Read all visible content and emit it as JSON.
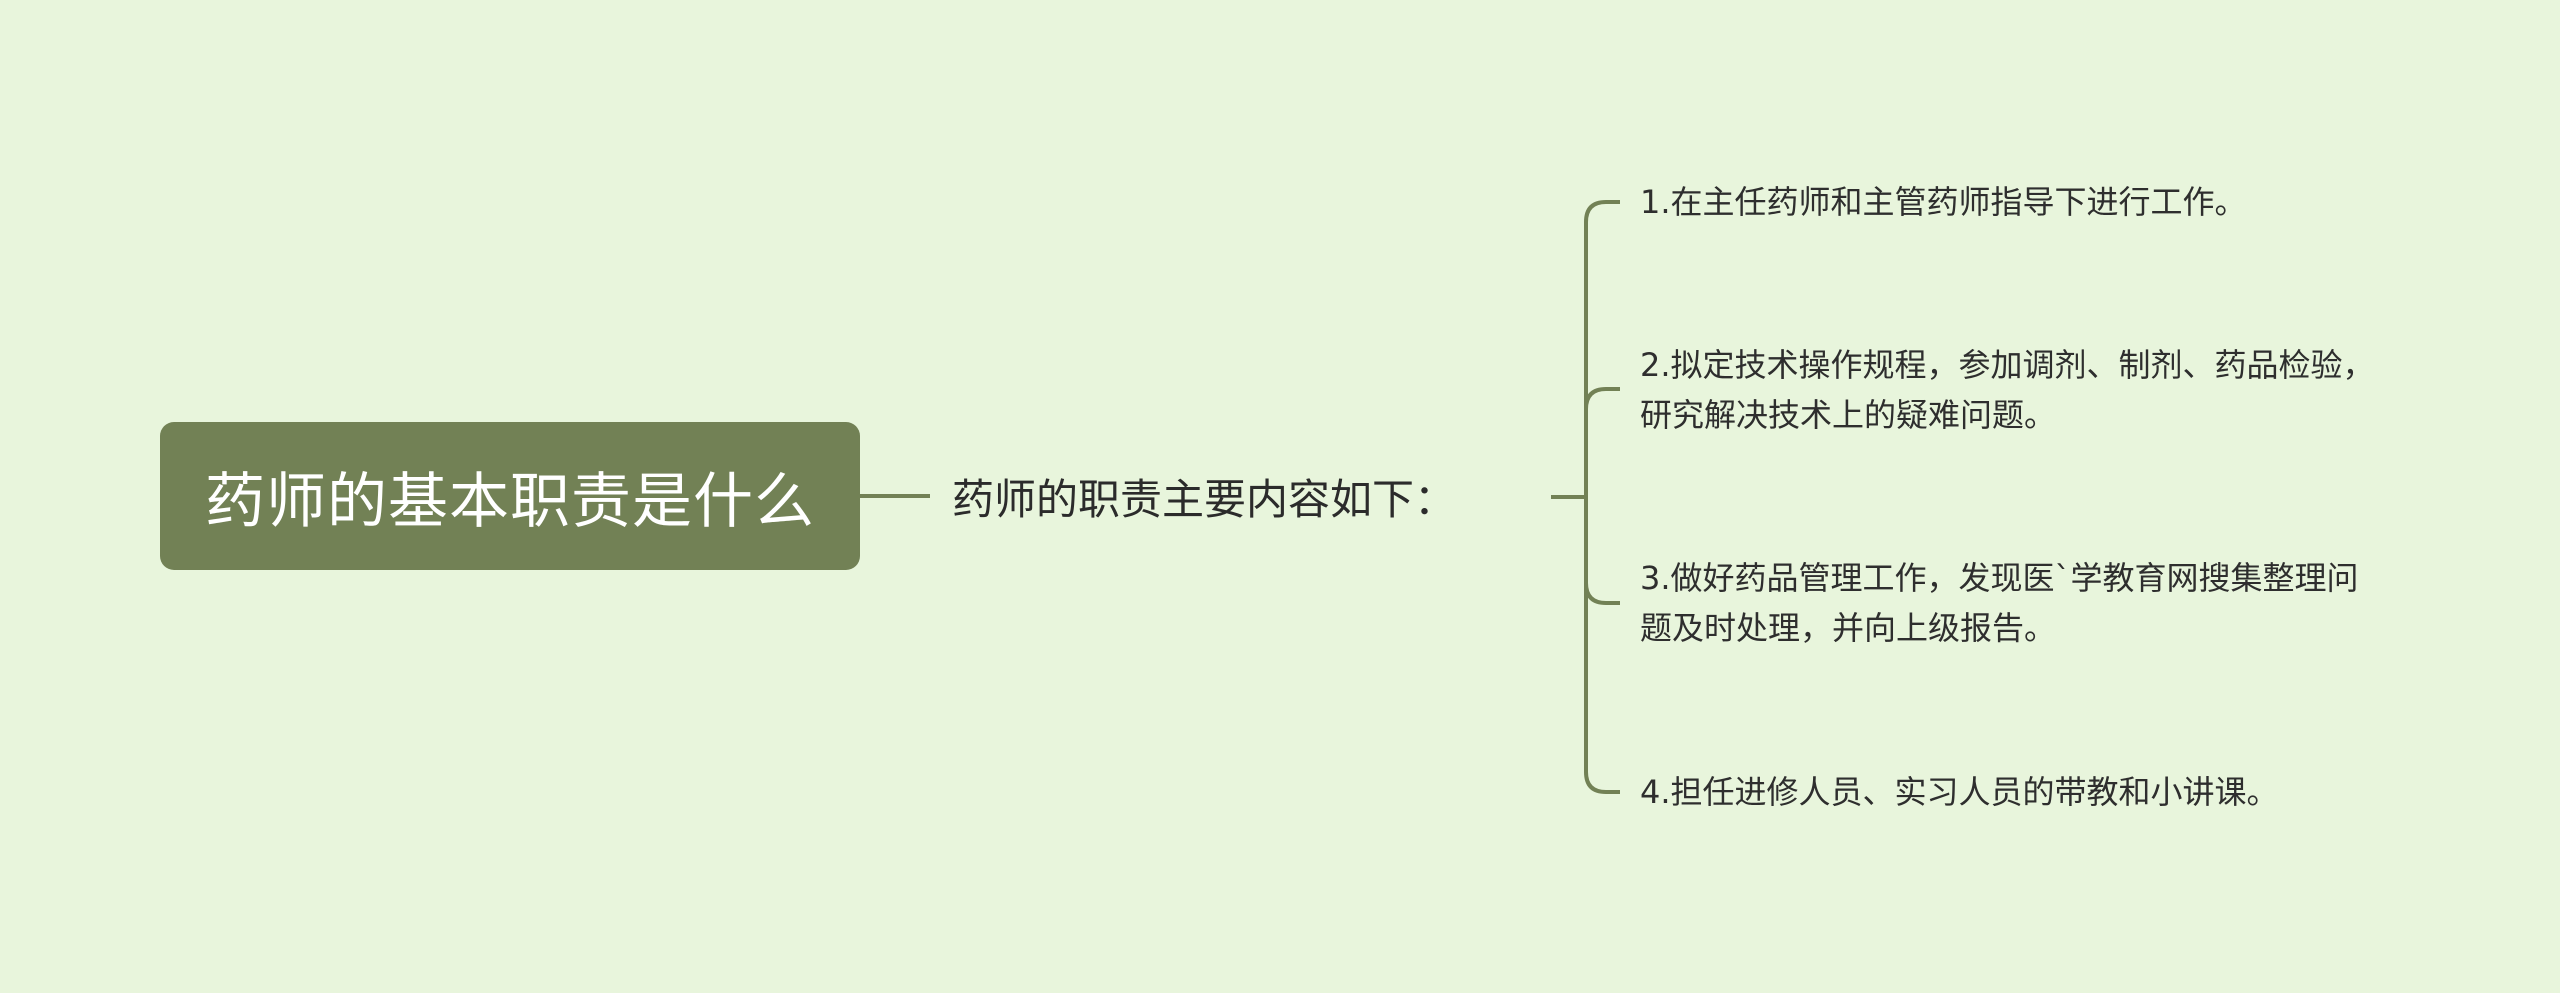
{
  "colors": {
    "background": "#e8f5dc",
    "root_fill": "#728155",
    "connector": "#728155",
    "text": "#2e2e2e"
  },
  "root": {
    "label": "药师的基本职责是什么"
  },
  "branch": {
    "label": "药师的职责主要内容如下："
  },
  "leaves": [
    {
      "label": "1.在主任药师和主管药师指导下进行工作。"
    },
    {
      "label": "2.拟定技术操作规程，参加调剂、制剂、药品检验，研究解决技术上的疑难问题。"
    },
    {
      "label": "3.做好药品管理工作，发现医`学教育网搜集整理问题及时处理，并向上级报告。"
    },
    {
      "label": "4.担任进修人员、实习人员的带教和小讲课。"
    }
  ]
}
